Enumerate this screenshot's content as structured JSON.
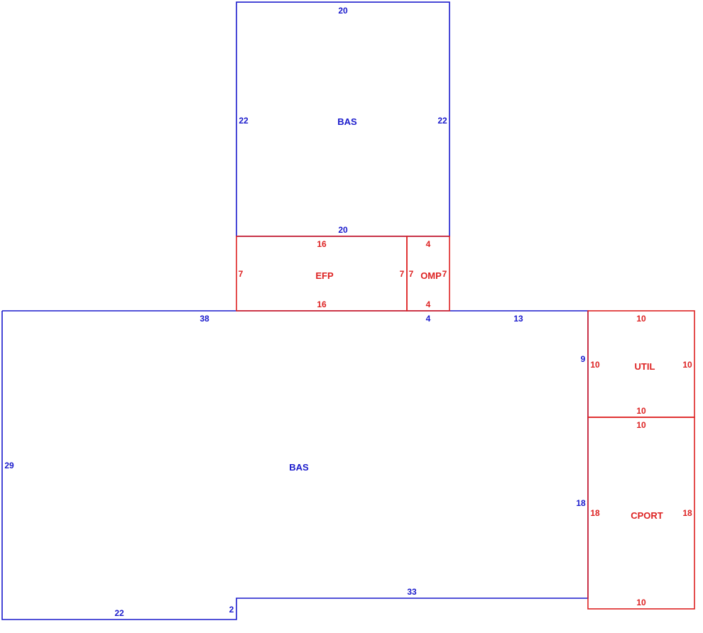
{
  "colors": {
    "main_living": "#1a1acc",
    "other": "#dd2222",
    "background": "#ffffff"
  },
  "areas": {
    "upper_bas": "BAS",
    "lower_bas": "BAS",
    "efp": "EFP",
    "omp": "OMP",
    "util": "UTIL",
    "cport": "CPORT"
  },
  "dimensions": {
    "upper_bas_top": "20",
    "upper_bas_left": "22",
    "upper_bas_right": "22",
    "upper_bas_bottom": "20",
    "efp_top": "16",
    "efp_left": "7",
    "efp_right": "7",
    "efp_bottom": "16",
    "omp_top": "4",
    "omp_left": "7",
    "omp_right": "7",
    "omp_bottom": "4",
    "lower_bas_top_left": "38",
    "lower_bas_top_mid": "4",
    "lower_bas_top_right": "13",
    "lower_bas_left": "29",
    "lower_bas_right_upper": "9",
    "lower_bas_right_lower": "18",
    "lower_bas_bottom_right": "33",
    "lower_bas_step": "2",
    "lower_bas_bottom_left": "22",
    "util_top": "10",
    "util_left": "10",
    "util_right": "10",
    "util_bottom": "10",
    "cport_top": "10",
    "cport_left": "18",
    "cport_right": "18",
    "cport_bottom": "10"
  }
}
